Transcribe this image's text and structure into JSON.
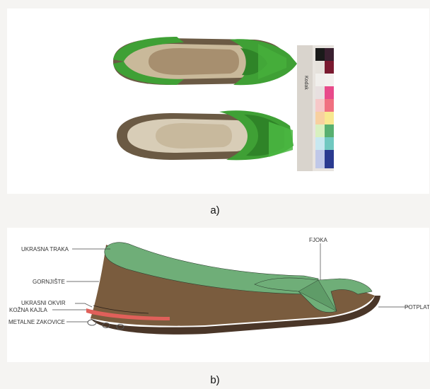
{
  "captions": {
    "a": "a)",
    "b": "b)"
  },
  "photo": {
    "scale_brand": "Kodak",
    "colors": {
      "green": "#3fa035",
      "insole": "#d8cdb7",
      "sole": "#6b5a44"
    }
  },
  "diagram": {
    "labels": {
      "ukrasna_traka": "UKRASNA TRAKA",
      "gornjiste": "GORNJIŠTE",
      "ukrasni_okvir": "UKRASNI OKVIR",
      "kozna_kajla": "KOŽNA KAJLA",
      "metalne_zakovice": "METALNE ZAKOVICE",
      "fjoka": "FJOKA",
      "potplat": "POTPLAT"
    },
    "colors": {
      "upper": "#7a5c3e",
      "band": "#6fae78",
      "sole": "#4a3628",
      "red_strip": "#e0605a"
    }
  }
}
